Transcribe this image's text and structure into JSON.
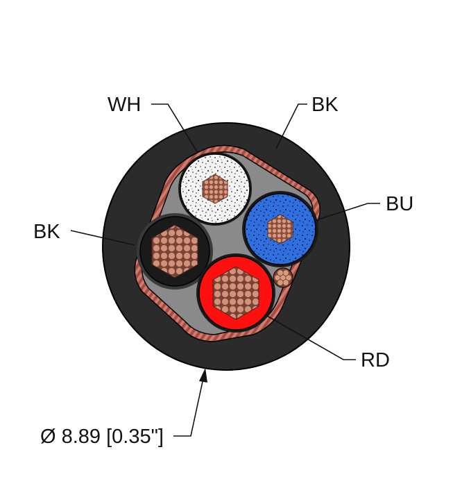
{
  "labels": {
    "wh": "WH",
    "bk_jacket": "BK",
    "bu": "BU",
    "bk_conductor": "BK",
    "rd": "RD",
    "diameter": "Ø 8.89 [0.35\"]"
  },
  "colors": {
    "jacket": "#2b2b2b",
    "shield_foil": "#b85a4f",
    "filler": "#8a8a8a",
    "white_insulation": "#f2f2f2",
    "blue_insulation": "#2f6fe0",
    "black_insulation": "#1a1a1a",
    "red_insulation": "#ff1010",
    "copper": "#c8866a"
  }
}
